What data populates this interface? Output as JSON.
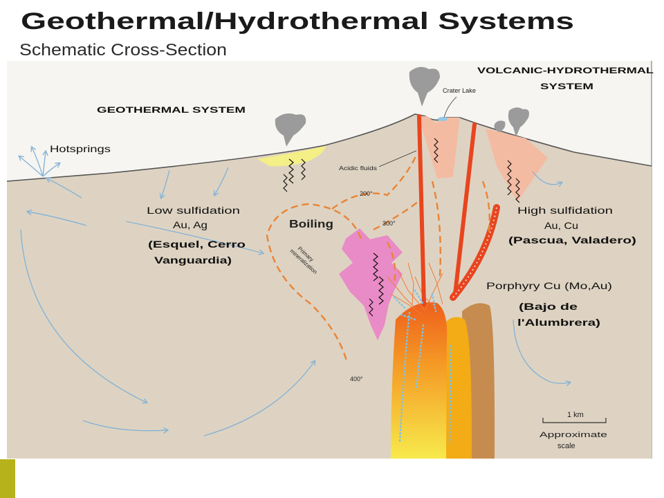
{
  "title": "Geothermal/Hydrothermal Systems",
  "subtitle": "Schematic Cross-Section",
  "labels": {
    "geothermal_system": "GEOTHERMAL SYSTEM",
    "volcanic_hydrothermal_line1": "VOLCANIC-HYDROTHERMAL",
    "volcanic_hydrothermal_line2": "SYSTEM",
    "crater_lake": "Crater Lake",
    "hotsprings": "Hotsprings",
    "acidic_fluids": "Acidic fluids",
    "temp_200": "200°",
    "temp_300": "300°",
    "temp_400": "400°",
    "low_sulfidation": "Low sulfidation",
    "low_sulfidation_metals": "Au, Ag",
    "low_sulfidation_example_line1": "(Esquel, Cerro",
    "low_sulfidation_example_line2": "Vanguardia)",
    "boiling": "Boiling",
    "primary_line1": "Primary",
    "primary_line2": "mineralization",
    "high_sulfidation": "High sulfidation",
    "high_sulfidation_metals": "Au, Cu",
    "high_sulfidation_example": "(Pascua, Valadero)",
    "porphyry": "Porphyry Cu (Mo,Au)",
    "porphyry_example_line1": "(Bajo de",
    "porphyry_example_line2": "l'Alumbrera)"
  },
  "scale": {
    "value": "1 km",
    "label_line1": "Approximate",
    "label_line2": "scale"
  },
  "colors": {
    "ground": "#ded3c2",
    "sky": "#f6f5f1",
    "sinter": "#f4ef86",
    "steam": "#9b9b9b",
    "acid_alteration": "#f4bba3",
    "intrusion": "#e98bc6",
    "dike": "#e8451f",
    "isotherm": "#e8863a",
    "fluid_flow": "#86b3d6",
    "magma_top": "#ee5f1c",
    "magma_bottom": "#f7ea4c",
    "magma_golden": "#f3ab16",
    "magma_tan": "#c68b4e",
    "corner_square": "#b6b21c"
  }
}
